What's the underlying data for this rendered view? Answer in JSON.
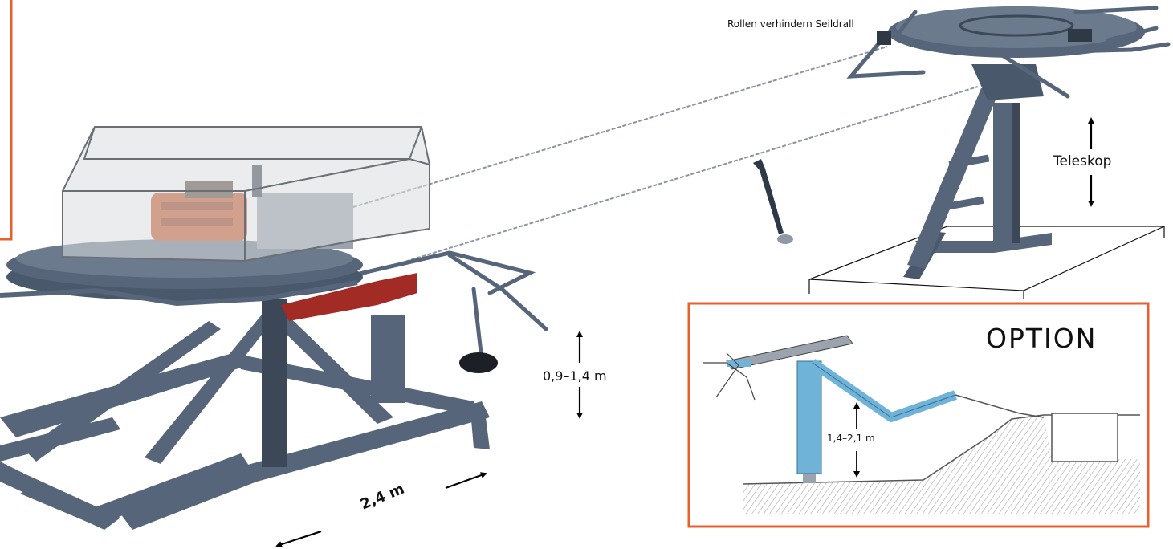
{
  "labels": {
    "rollen": "Rollen verhindern Seildrall",
    "teleskop": "Teleskop",
    "height": "0,9–1,4 m",
    "width": "2,4 m",
    "option": "OPTION",
    "option_height": "1,4–2,1 m"
  },
  "colors": {
    "frame_accent": "#e8612c",
    "steel": "#56657a",
    "steel_dark": "#3c4758",
    "motor_orange": "#c85a2e",
    "red_arm": "#a32b25",
    "option_arm_blue": "#6fb3d9",
    "hood_glass": "#dadcdf",
    "ground_hatch": "#9a9a9a"
  }
}
